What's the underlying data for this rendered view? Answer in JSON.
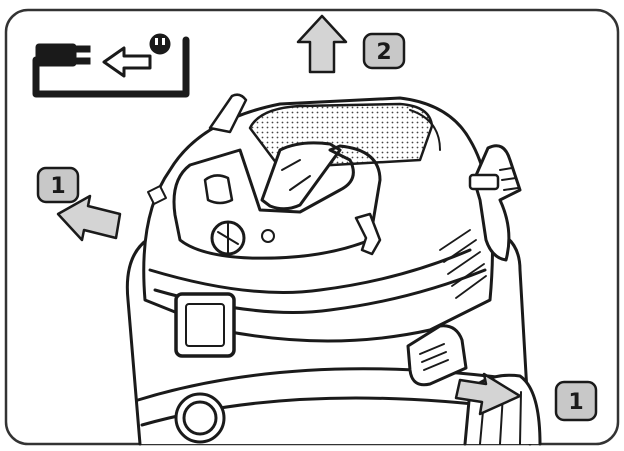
{
  "steps": {
    "left_release": "1",
    "lift_head": "2",
    "right_release": "1"
  },
  "icons": {
    "unplug": "unplug-power-icon",
    "arrow_up": "arrow-up-icon",
    "arrow_left": "arrow-left-icon",
    "arrow_right_down": "arrow-down-right-icon"
  },
  "colors": {
    "line": "#1a1a1a",
    "badge_fill": "#c8c8c8",
    "arrow_fill": "#d4d4d4",
    "frame": "#333333"
  }
}
